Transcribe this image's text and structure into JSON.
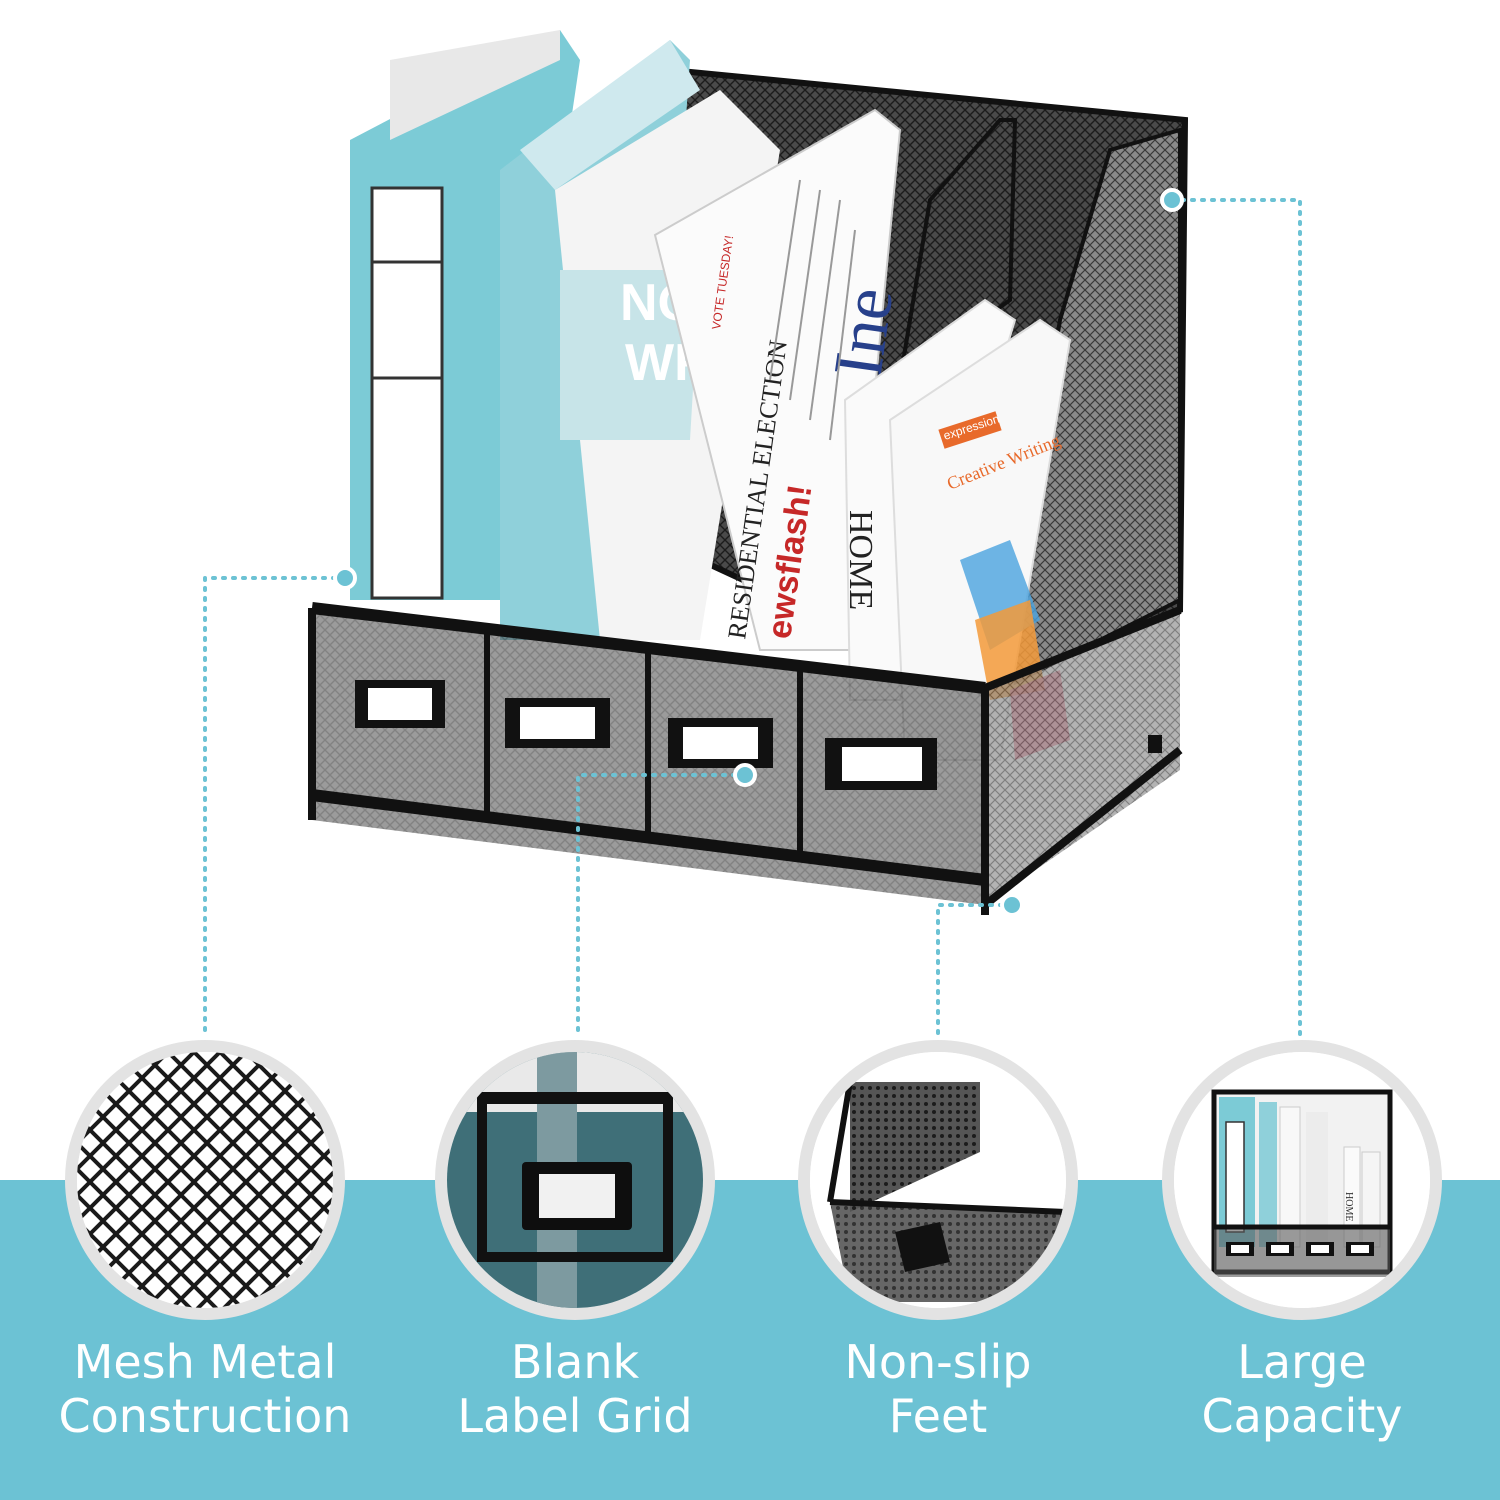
{
  "colors": {
    "band": "#6cc2d4",
    "accent": "#6cc2d4",
    "mesh": "#2a2a2a",
    "folder": "#7ccbd6"
  },
  "features": [
    {
      "line1": "Mesh Metal",
      "line2": "Construction",
      "icon": "mesh-closeup-icon"
    },
    {
      "line1": "Blank",
      "line2": "Label Grid",
      "icon": "label-slot-icon"
    },
    {
      "line1": "Non-slip",
      "line2": "Feet",
      "icon": "rubber-foot-icon"
    },
    {
      "line1": "Large",
      "line2": "Capacity",
      "icon": "organizer-overview-icon"
    }
  ],
  "product": {
    "book_cover_1": "NO",
    "book_cover_1b": "WRI",
    "newspaper_headline": "RESIDENTIAL ELECTION",
    "newspaper_sub": "ewsflash!",
    "newspaper_vote": "VOTE TUESDAY!",
    "magazine_title": "Ine",
    "book_home": "HOME",
    "book_expression": "expression",
    "book_creative": "Creative Writing",
    "overview_home": "HOME"
  }
}
